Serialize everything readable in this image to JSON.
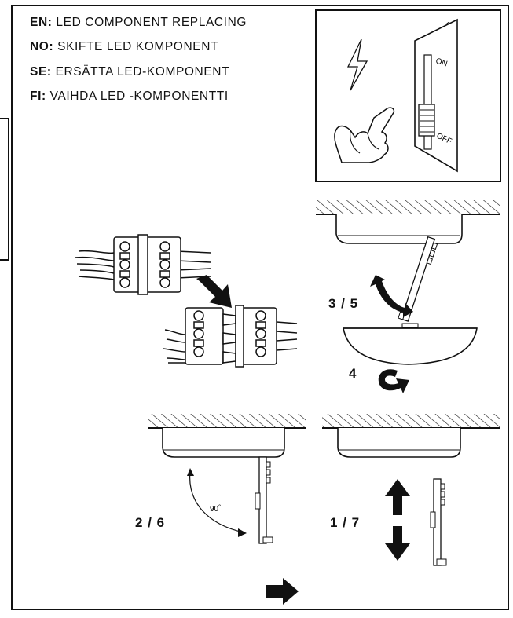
{
  "languages": [
    {
      "code": "EN:",
      "text": "LED COMPONENT REPLACING"
    },
    {
      "code": "NO:",
      "text": "SKIFTE LED KOMPONENT"
    },
    {
      "code": "SE:",
      "text": "ERSÄTTA LED-KOMPONENT"
    },
    {
      "code": "FI:",
      "text": "VAIHDA LED -KOMPONENTTI"
    }
  ],
  "switch_panel": {
    "number": "1",
    "on_label": "ON",
    "off_label": "OFF"
  },
  "steps": {
    "step_3_5": "3 / 5",
    "step_4": "4",
    "step_2_6": "2 / 6",
    "step_1_7": "1 / 7",
    "angle": "90˚"
  },
  "icons": [
    "lightning-icon",
    "hand-pointing-icon",
    "wall-switch-icon",
    "connector-block-icon",
    "arrow-right-icon",
    "rotate-arrow-icon",
    "up-arrow-icon",
    "down-arrow-icon",
    "ceiling-lamp-icon",
    "led-board-icon"
  ]
}
